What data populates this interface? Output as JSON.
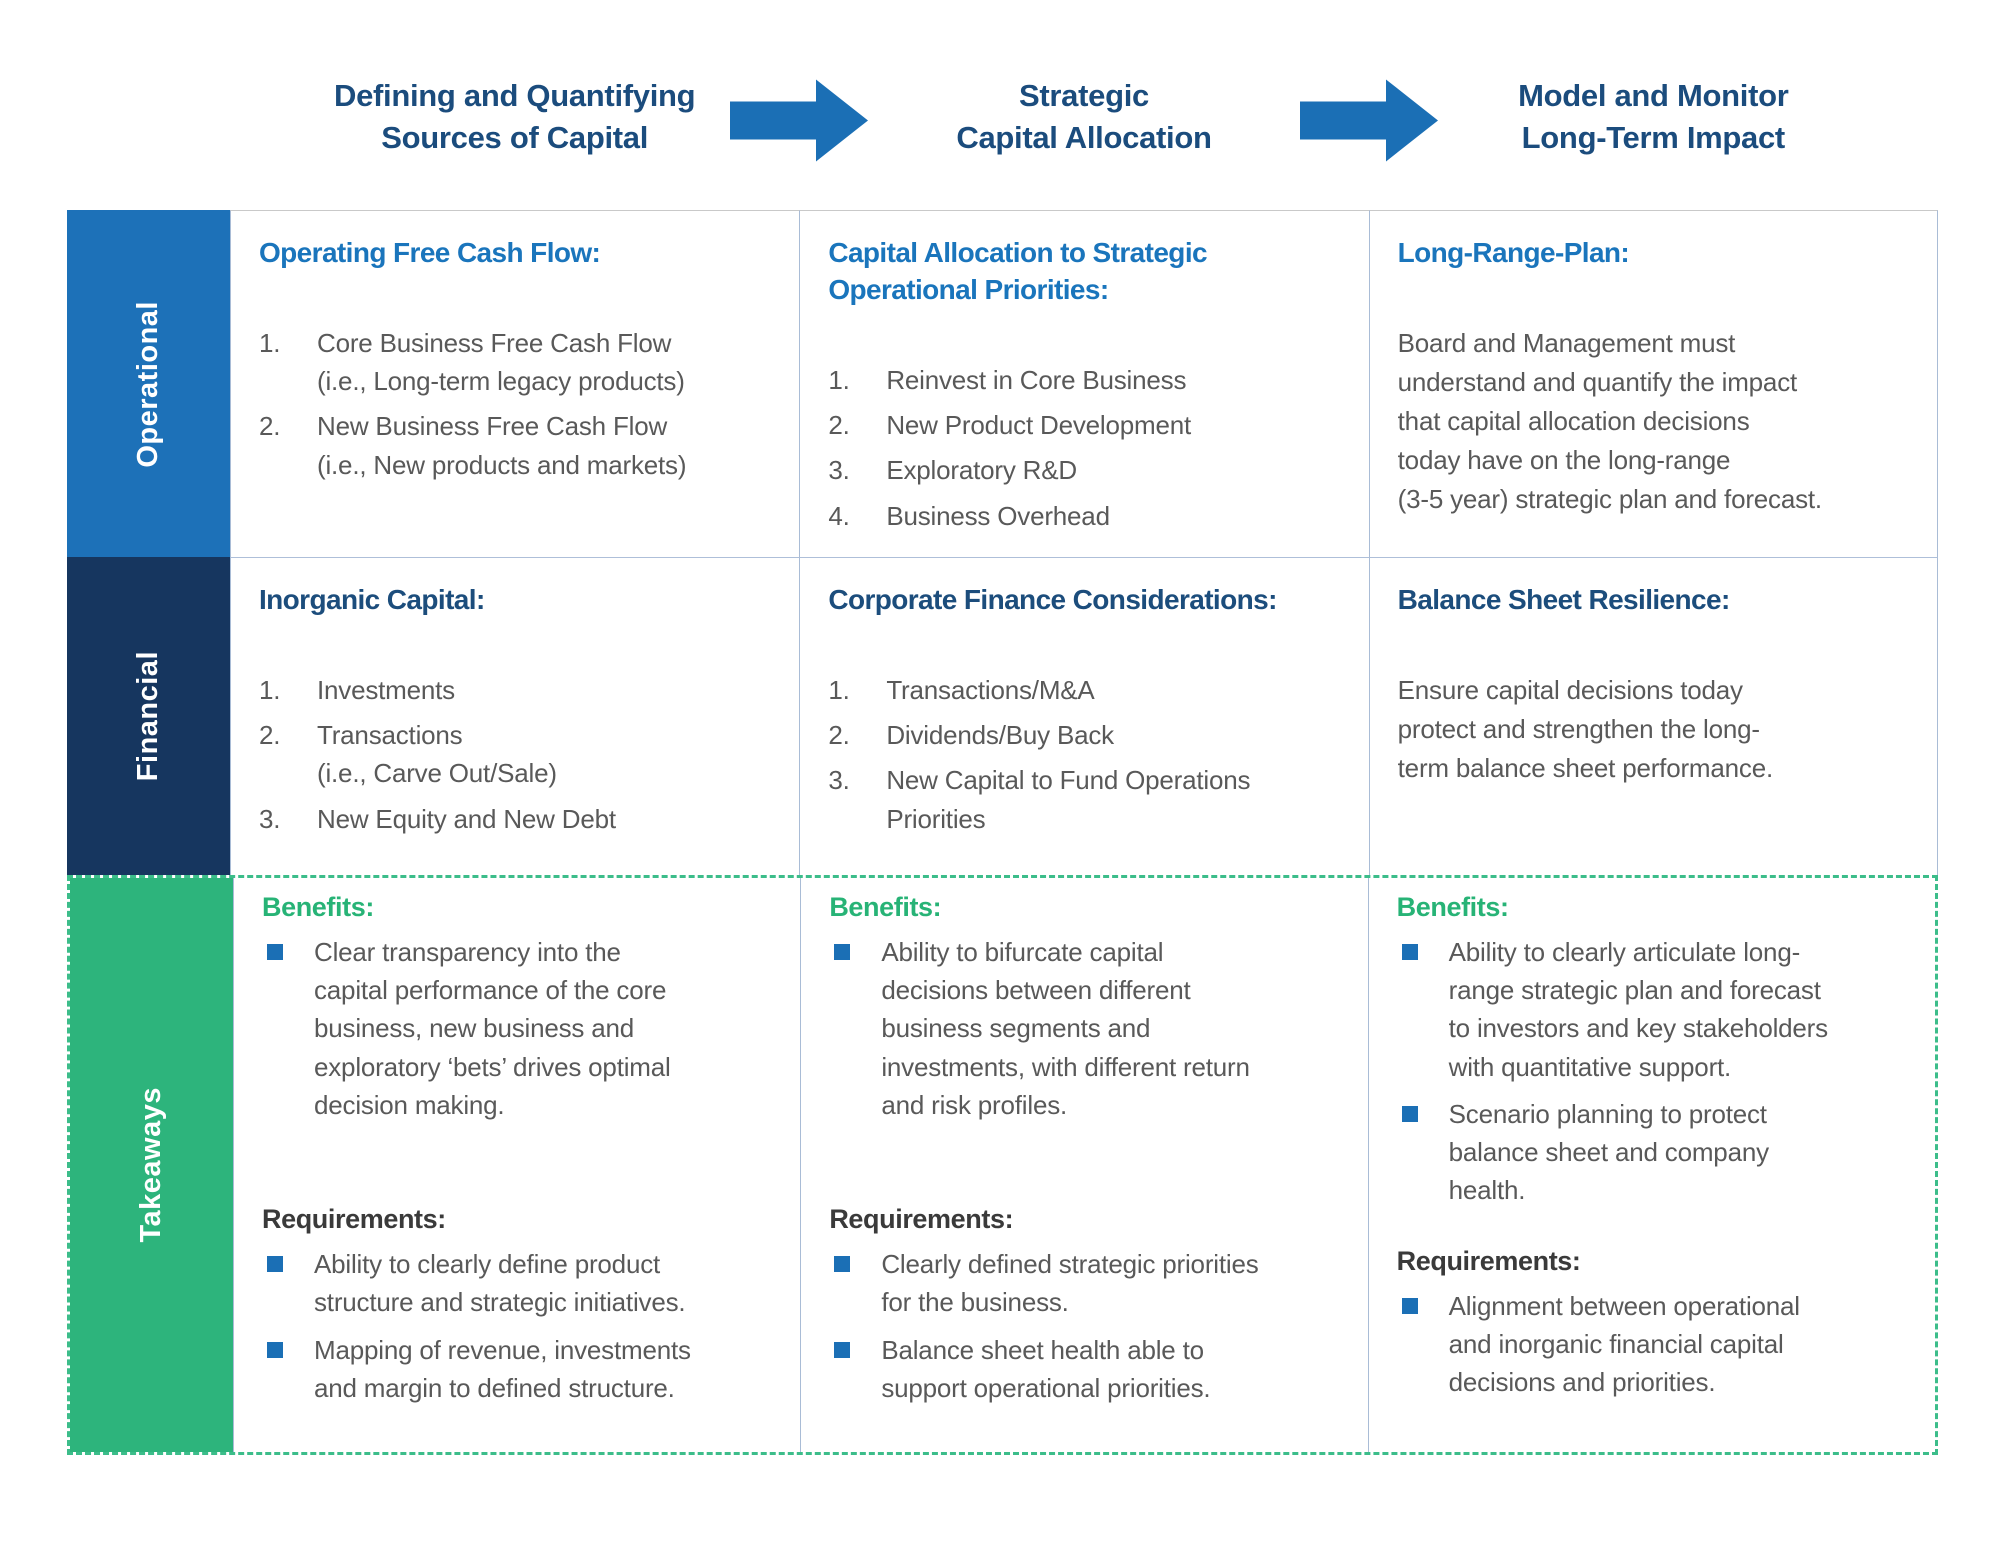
{
  "palette": {
    "header_title": "#1b4c7d",
    "arrow_blue": "#1b6fb5",
    "operational_label_bg": "#1d71b8",
    "financial_label_bg": "#16365f",
    "takeaways_label_bg": "#2db47c",
    "bright_blue_heading": "#1a75bc",
    "navy_heading": "#1c4d7c",
    "benefits_green": "#27b376",
    "body_gray": "#595959",
    "bullet_blue": "#1b6fb5",
    "dashed_green_border": "#3cbd8a"
  },
  "header": {
    "steps": [
      {
        "title": "Defining and Quantifying\nSources of Capital"
      },
      {
        "title": "Strategic\nCapital Allocation"
      },
      {
        "title": "Model and Monitor\nLong-Term Impact"
      }
    ]
  },
  "rows": {
    "operational": {
      "label": "Operational",
      "cells": [
        {
          "heading": "Operating Free Cash Flow:",
          "items": [
            {
              "num": "1.",
              "text": "Core Business Free Cash Flow\n(i.e., Long-term legacy products)"
            },
            {
              "num": "2.",
              "text": "New Business Free Cash Flow\n(i.e., New products and markets)"
            }
          ]
        },
        {
          "heading": "Capital Allocation to Strategic\nOperational Priorities:",
          "items": [
            {
              "num": "1.",
              "text": "Reinvest in Core Business"
            },
            {
              "num": "2.",
              "text": "New Product Development"
            },
            {
              "num": "3.",
              "text": "Exploratory R&D"
            },
            {
              "num": "4.",
              "text": "Business Overhead"
            }
          ]
        },
        {
          "heading": "Long-Range-Plan:",
          "paragraph": "Board and Management must\nunderstand and quantify the impact\nthat capital allocation decisions\ntoday have on the long-range\n(3-5 year) strategic plan and forecast."
        }
      ]
    },
    "financial": {
      "label": "Financial",
      "cells": [
        {
          "heading": "Inorganic Capital:",
          "items": [
            {
              "num": "1.",
              "text": "Investments"
            },
            {
              "num": "2.",
              "text": "Transactions\n(i.e., Carve Out/Sale)"
            },
            {
              "num": "3.",
              "text": "New Equity and New Debt"
            }
          ]
        },
        {
          "heading": "Corporate Finance Considerations:",
          "items": [
            {
              "num": "1.",
              "text": "Transactions/M&A"
            },
            {
              "num": "2.",
              "text": "Dividends/Buy Back"
            },
            {
              "num": "3.",
              "text": "New Capital to Fund Operations\nPriorities"
            }
          ]
        },
        {
          "heading": "Balance Sheet Resilience:",
          "paragraph": "Ensure capital decisions today\nprotect and strengthen the long-\nterm balance sheet performance."
        }
      ]
    },
    "takeaways": {
      "label": "Takeaways",
      "cells": [
        {
          "benefits_heading": "Benefits:",
          "benefits": [
            "Clear transparency into the\ncapital performance of the core\nbusiness, new business and\nexploratory ‘bets’ drives optimal\ndecision making."
          ],
          "requirements_heading": "Requirements:",
          "requirements": [
            "Ability to clearly define product\nstructure and strategic initiatives.",
            "Mapping of revenue, investments\nand margin to defined structure."
          ]
        },
        {
          "benefits_heading": "Benefits:",
          "benefits": [
            "Ability to bifurcate capital\ndecisions between different\nbusiness segments and\ninvestments, with different return\nand risk profiles."
          ],
          "requirements_heading": "Requirements:",
          "requirements": [
            "Clearly defined strategic priorities\nfor the business.",
            "Balance sheet health able to\nsupport operational priorities."
          ]
        },
        {
          "benefits_heading": "Benefits:",
          "benefits": [
            "Ability to clearly articulate long-\nrange strategic plan and forecast\nto investors and key stakeholders\nwith quantitative support.",
            "Scenario planning to protect\nbalance sheet and company\nhealth."
          ],
          "requirements_heading": "Requirements:",
          "requirements": [
            "Alignment between operational\nand inorganic financial capital\ndecisions and priorities."
          ]
        }
      ]
    }
  }
}
